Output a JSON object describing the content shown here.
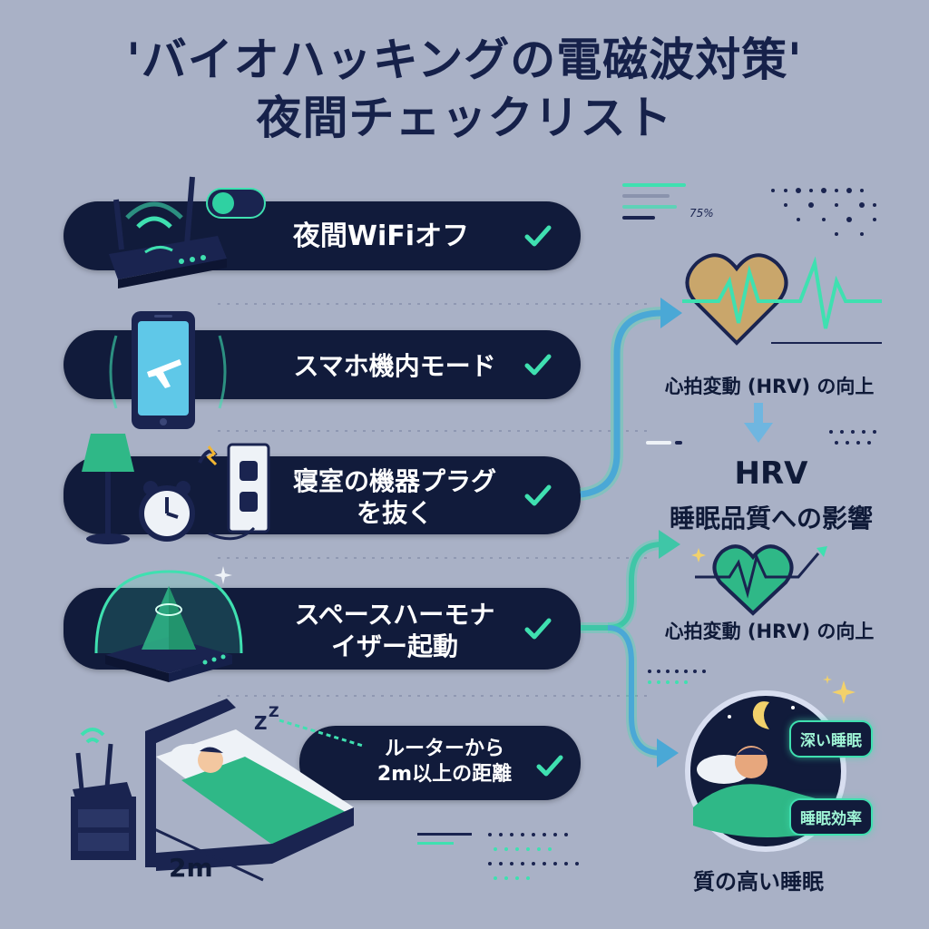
{
  "title": {
    "line1": "'バイオハッキングの電磁波対策'",
    "line2": "夜間チェックリスト"
  },
  "checklist": [
    {
      "label": "夜間WiFiオフ"
    },
    {
      "label": "スマホ機内モード"
    },
    {
      "label_line1": "寝室の機器プラグ",
      "label_line2": "を抜く"
    },
    {
      "label_line1": "スペースハーモナ",
      "label_line2": "イザー起動"
    },
    {
      "label_line1": "ルーターから",
      "label_line2": "2m以上の距離"
    }
  ],
  "bed_distance": "2m",
  "progress_readout": "75%",
  "flow": {
    "hrv_up_1": "心拍変動 (HRV) の向上",
    "hrv_heading": "HRV",
    "hrv_sub": "睡眠品質への影響",
    "hrv_up_2": "心拍変動 (HRV) の向上",
    "badge_deep": "深い睡眠",
    "badge_efficiency": "睡眠効率",
    "quality_sleep": "質の高い睡眠"
  },
  "colors": {
    "accent": "#3fe0b0",
    "navy": "#111b3b",
    "background": "#a9b1c6"
  }
}
